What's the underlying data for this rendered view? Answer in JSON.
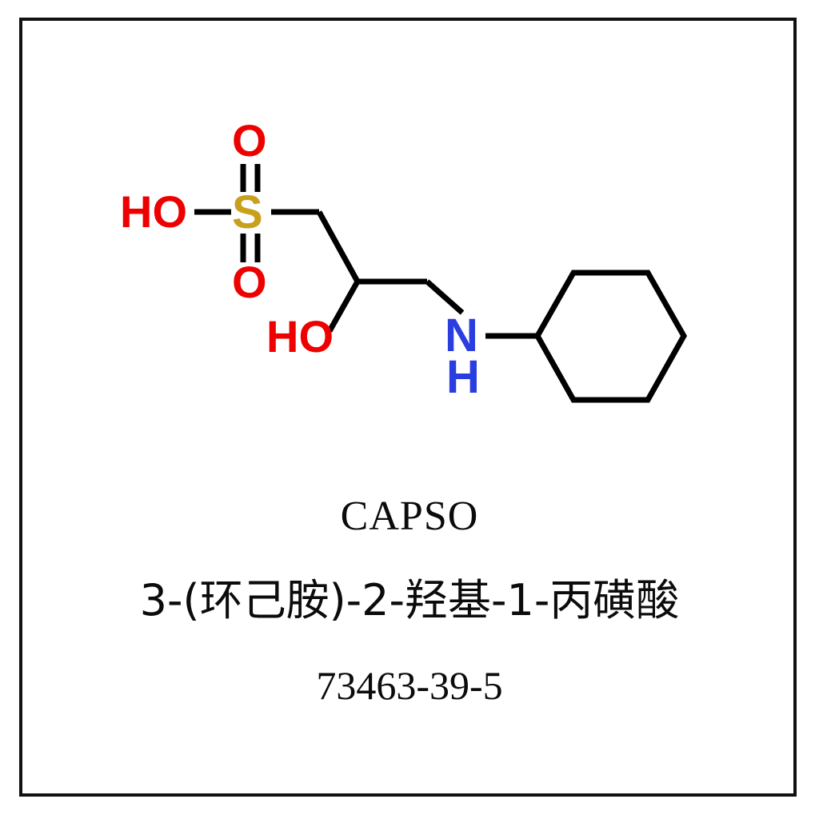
{
  "document": {
    "type": "chemical-structure-card",
    "background_color": "#ffffff",
    "border_color": "#111111"
  },
  "structure": {
    "title": "CAPSO skeletal formula",
    "bond_color": "#000000",
    "atom_colors": {
      "oxygen": "#ee0000",
      "sulfur": "#c8a01e",
      "nitrogen": "#2a3ee0",
      "carbon": "#000000"
    },
    "labels": {
      "sulfonic_hydroxyl": "HO",
      "sulfur": "S",
      "oxygen_top": "O",
      "oxygen_bottom": "O",
      "hydroxyl": "HO",
      "nitrogen": "N",
      "amine_hydrogen": "H"
    }
  },
  "caption": {
    "abbreviation": "CAPSO",
    "chinese_name": "3-(环己胺)-2-羟基-1-丙磺酸",
    "cas_number": "73463-39-5"
  }
}
